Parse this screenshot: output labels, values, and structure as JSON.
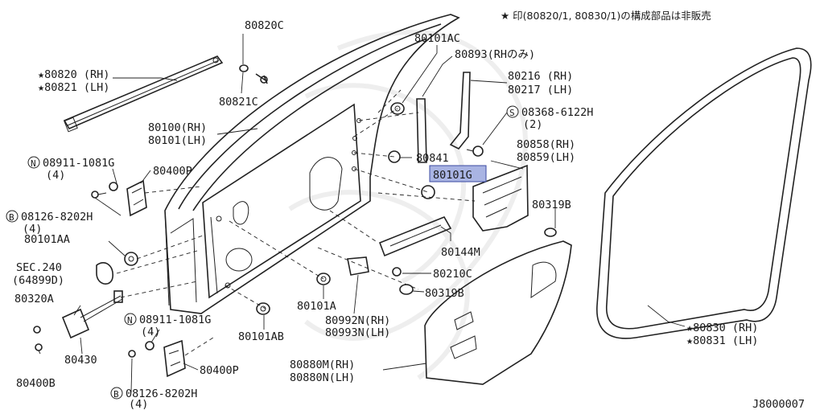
{
  "note": "★ 印(80820/1, 80830/1)の構成部品は非販売",
  "diagram_code": "J8000007",
  "labels": {
    "p80820c": "80820C",
    "p80820": "★80820 (RH)",
    "p80821": "★80821 (LH)",
    "p80821c": "80821C",
    "p80101ac": "80101AC",
    "p80893": "80893(RHのみ)",
    "p80216": "80216 (RH)",
    "p80217": "80217 (LH)",
    "p08368": "08368-6122H",
    "p08368_qty": "(2)",
    "p80100": "80100(RH)",
    "p80101": "80101(LH)",
    "p08911a": "08911-1081G",
    "p08911a_qty": "(4)",
    "p80400p_a": "80400P",
    "p80841": "80841",
    "p80101g": "80101G",
    "p80858": "80858(RH)",
    "p80859": "80859(LH)",
    "p08126a": "08126-8202H",
    "p08126a_qty": "(4)",
    "p80319b_a": "80319B",
    "p80101aa": "80101AA",
    "p80144m": "80144M",
    "sec240": "SEC.240",
    "sec240_sub": "(64899D)",
    "p80210c": "80210C",
    "p80319b_b": "80319B",
    "p80320a": "80320A",
    "p80101a": "80101A",
    "p08911b": "08911-1081G",
    "p08911b_qty": "(4)",
    "p80101ab": "80101AB",
    "p80992n": "80992N(RH)",
    "p80993n": "80993N(LH)",
    "p80830": "★80830 (RH)",
    "p80831": "★80831 (LH)",
    "p80430": "80430",
    "p80400p_b": "80400P",
    "p80880m": "80880M(RH)",
    "p80880n": "80880N(LH)",
    "p80400b": "80400B",
    "p08126b": "08126-8202H",
    "p08126b_qty": "(4)"
  },
  "markers": {
    "n": "N",
    "b": "B",
    "s": "S"
  },
  "colors": {
    "highlight": "#a9b4e3",
    "ink": "#1a1a1a"
  }
}
